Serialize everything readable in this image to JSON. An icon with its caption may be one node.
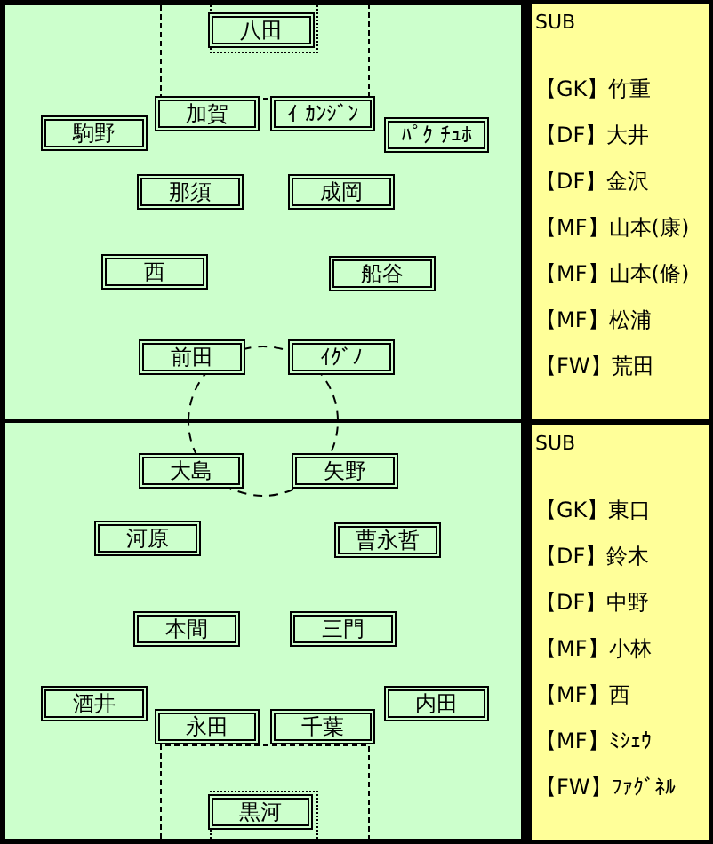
{
  "diagram": {
    "nodes": [
      {
        "text": [
          "八田"
        ]
      },
      {
        "text": [
          "加賀"
        ]
      },
      {
        "text": [
          "ｲ ｶﾝｼﾞﾝ"
        ]
      },
      {
        "text": [
          "駒野"
        ]
      },
      {
        "text": [
          "ﾊﾟｸ ﾁｭﾎ"
        ]
      },
      {
        "text": [
          "那須"
        ]
      },
      {
        "text": [
          "成岡"
        ]
      },
      {
        "text": [
          "西"
        ]
      },
      {
        "text": [
          "船谷"
        ]
      },
      {
        "text": [
          "前田"
        ]
      },
      {
        "text": [
          "ｲｸﾞﾉ"
        ]
      },
      {
        "text": [
          "SUB",
          "【GK】竹重",
          "【DF】大井",
          "【DF】金沢",
          "【MF】山本(康)",
          "【MF】山本(脩)",
          "【MF】松浦",
          "【FW】荒田"
        ]
      },
      {
        "text": [
          "大島"
        ]
      },
      {
        "text": [
          "矢野"
        ]
      },
      {
        "text": [
          "河原"
        ]
      },
      {
        "text": [
          "曹永哲"
        ]
      },
      {
        "text": [
          "本間"
        ]
      },
      {
        "text": [
          "三門"
        ]
      },
      {
        "text": [
          "酒井"
        ]
      },
      {
        "text": [
          "内田"
        ]
      },
      {
        "text": [
          "永田"
        ]
      },
      {
        "text": [
          "千葉"
        ]
      },
      {
        "text": [
          "黒河"
        ]
      },
      {
        "text": [
          "SUB",
          "【GK】東口",
          "【DF】鈴木",
          "【DF】中野",
          "【MF】小林",
          "【MF】西",
          "【MF】ﾐｼｪｳ",
          "【FW】ﾌｧｸﾞﾈﾙ"
        ]
      }
    ]
  }
}
